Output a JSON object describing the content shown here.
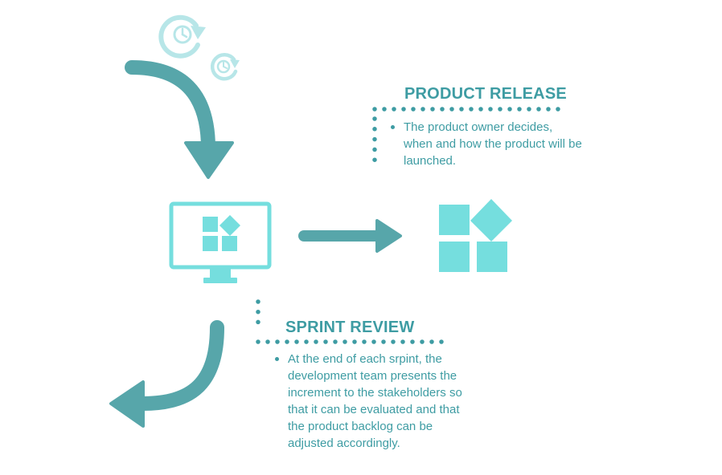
{
  "colors": {
    "arrow": "#57a6aa",
    "accent": "#75dede",
    "clock": "#b7e6e8",
    "text": "#3e9ca3",
    "dots": "#3e9ca3"
  },
  "icons": [
    "clock-refresh-icon",
    "curved-down-arrow-icon",
    "monitor-icon",
    "app-blocks-icon",
    "right-arrow-icon",
    "curved-left-arrow-icon"
  ],
  "product_release": {
    "title": "PRODUCT RELEASE",
    "bullets": [
      "The product owner decides, when and how the product will be launched."
    ]
  },
  "sprint_review": {
    "title": "SPRINT REVIEW",
    "bullets": [
      "At the end of each srpint, the development team presents the increment to the stakeholders so that it can be evaluated and that the product backlog can be adjusted accordingly."
    ]
  }
}
